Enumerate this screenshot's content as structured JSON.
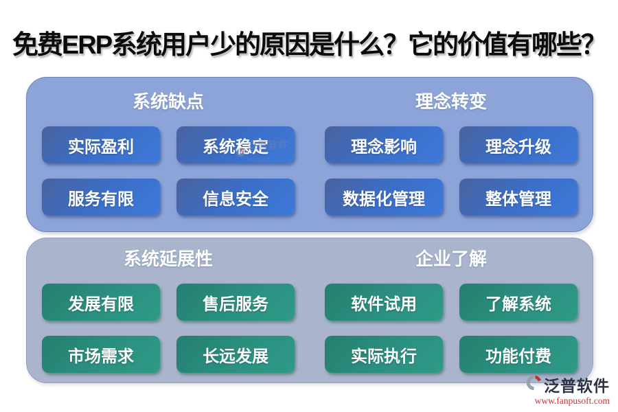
{
  "title": "免费ERP系统用户少的原因是什么？它的价值有哪些？",
  "panels": [
    {
      "sections": [
        {
          "header": "系统缺点",
          "buttons": [
            "实际盈利",
            "系统稳定",
            "服务有限",
            "信息安全"
          ]
        },
        {
          "header": "理念转变",
          "buttons": [
            "理念影响",
            "理念升级",
            "数据化管理",
            "整体管理"
          ]
        }
      ]
    },
    {
      "sections": [
        {
          "header": "系统延展性",
          "buttons": [
            "发展有限",
            "售后服务",
            "市场需求",
            "长远发展"
          ]
        },
        {
          "header": "企业了解",
          "buttons": [
            "软件试用",
            "了解系统",
            "实际执行",
            "功能付费"
          ]
        }
      ]
    }
  ],
  "watermark": {
    "text": "泛普软件",
    "subtext": "fanpusoft"
  },
  "logo": {
    "name": "泛普软件",
    "url": "www.fanpusoft.com"
  },
  "colors": {
    "title": "#0b0b0c",
    "panel_top": "#8da4d8",
    "panel_bottom": "#aab5cd",
    "chip_blue": "#3b6fc9",
    "chip_green": "#2b9080",
    "url_red": "#cc3333"
  }
}
